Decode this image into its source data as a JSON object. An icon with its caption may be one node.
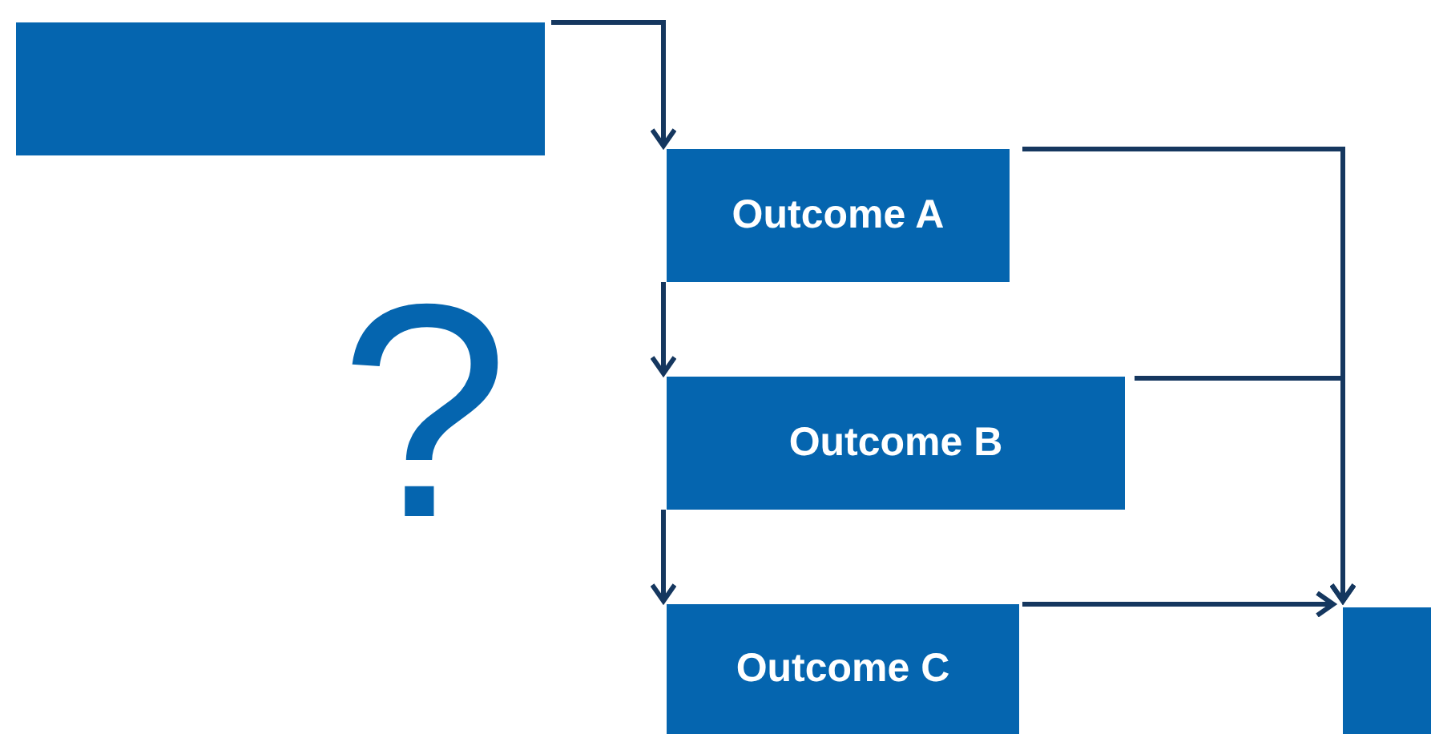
{
  "diagram": {
    "nodes": [
      {
        "text": [],
        "shape": "box"
      },
      {
        "text": [
          "Outcome A"
        ]
      },
      {
        "text": [
          "Outcome B"
        ]
      },
      {
        "text": [
          "Outcome C"
        ]
      },
      {
        "text": [],
        "shape": "box"
      }
    ],
    "edges": [
      {
        "from": 0,
        "to": 1,
        "arrow": "to"
      },
      {
        "from": 1,
        "to": 2,
        "arrow": "to"
      },
      {
        "from": 2,
        "to": 3,
        "arrow": "to"
      },
      {
        "from": 1,
        "to": 4,
        "arrow": "to"
      },
      {
        "from": 2,
        "to": 4,
        "arrow": "to"
      },
      {
        "from": 3,
        "to": 4,
        "arrow": "to"
      }
    ],
    "labels": [
      "?"
    ]
  }
}
